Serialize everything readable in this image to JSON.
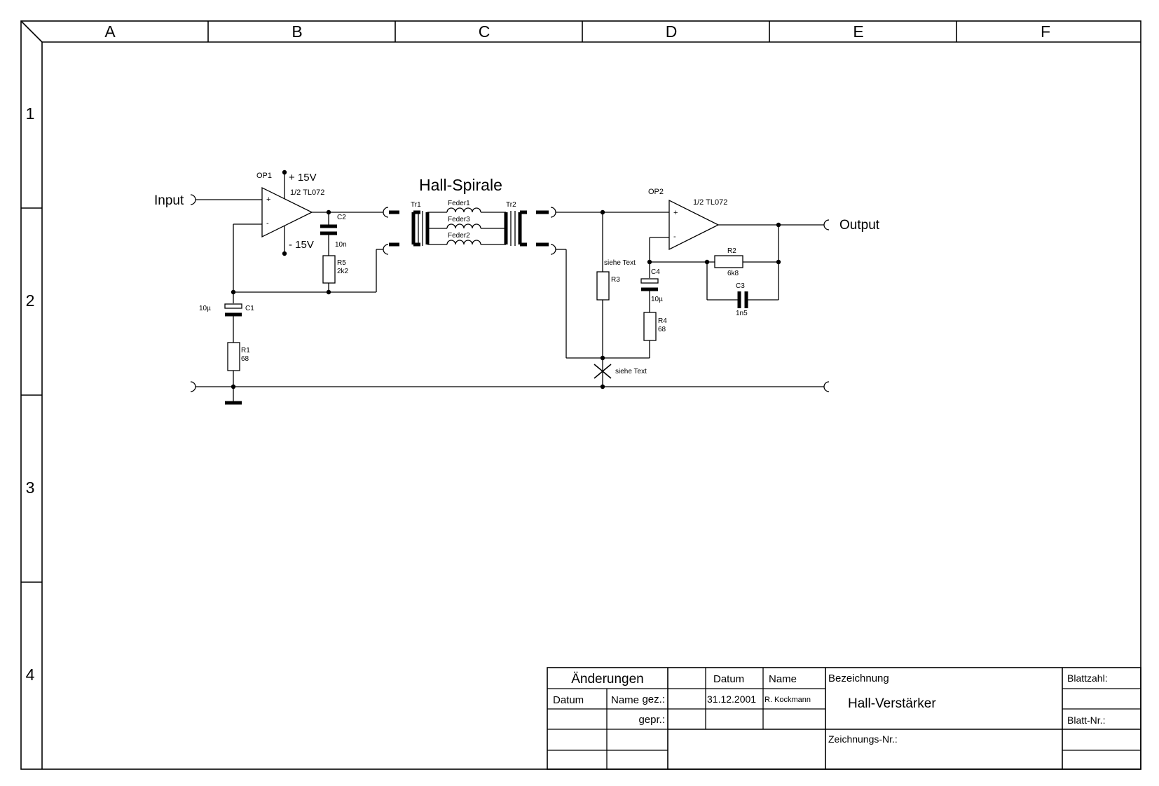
{
  "frame": {
    "columns": [
      "A",
      "B",
      "C",
      "D",
      "E",
      "F"
    ],
    "rows": [
      "1",
      "2",
      "3",
      "4"
    ]
  },
  "schematic": {
    "title": "Hall-Spirale",
    "input_label": "Input",
    "output_label": "Output",
    "op1": {
      "ref": "OP1",
      "type": "1/2 TL072",
      "vpos": "+ 15V",
      "vneg": "- 15V",
      "plus": "+",
      "minus": "-"
    },
    "op2": {
      "ref": "OP2",
      "type": "1/2 TL072",
      "plus": "+",
      "minus": "-"
    },
    "c1": {
      "ref": "C1",
      "value": "10µ"
    },
    "c2": {
      "ref": "C2",
      "value": "10n"
    },
    "c3": {
      "ref": "C3",
      "value": "1n5"
    },
    "c4": {
      "ref": "C4",
      "value": "10µ"
    },
    "r1": {
      "ref": "R1",
      "value": "68"
    },
    "r2": {
      "ref": "R2",
      "value": "6k8"
    },
    "r3": {
      "ref": "R3",
      "note": "siehe Text"
    },
    "r4": {
      "ref": "R4",
      "value": "68"
    },
    "r5": {
      "ref": "R5",
      "value": "2k2"
    },
    "tr1": "Tr1",
    "tr2": "Tr2",
    "springs": [
      "Feder1",
      "Feder3",
      "Feder2"
    ],
    "break_note": "siehe Text"
  },
  "title_block": {
    "changes_header": "Änderungen",
    "changes_col_date": "Datum",
    "changes_col_name": "Name",
    "datum_header": "Datum",
    "name_header": "Name",
    "drawn_label": "gez.:",
    "drawn_date": "31.12.2001",
    "drawn_name": "R. Kockmann",
    "checked_label": "gepr.:",
    "designation_label": "Bezeichnung",
    "designation_value": "Hall-Verstärker",
    "drawing_no_label": "Zeichnungs-Nr.:",
    "sheet_count_label": "Blattzahl:",
    "sheet_no_label": "Blatt-Nr.:"
  }
}
